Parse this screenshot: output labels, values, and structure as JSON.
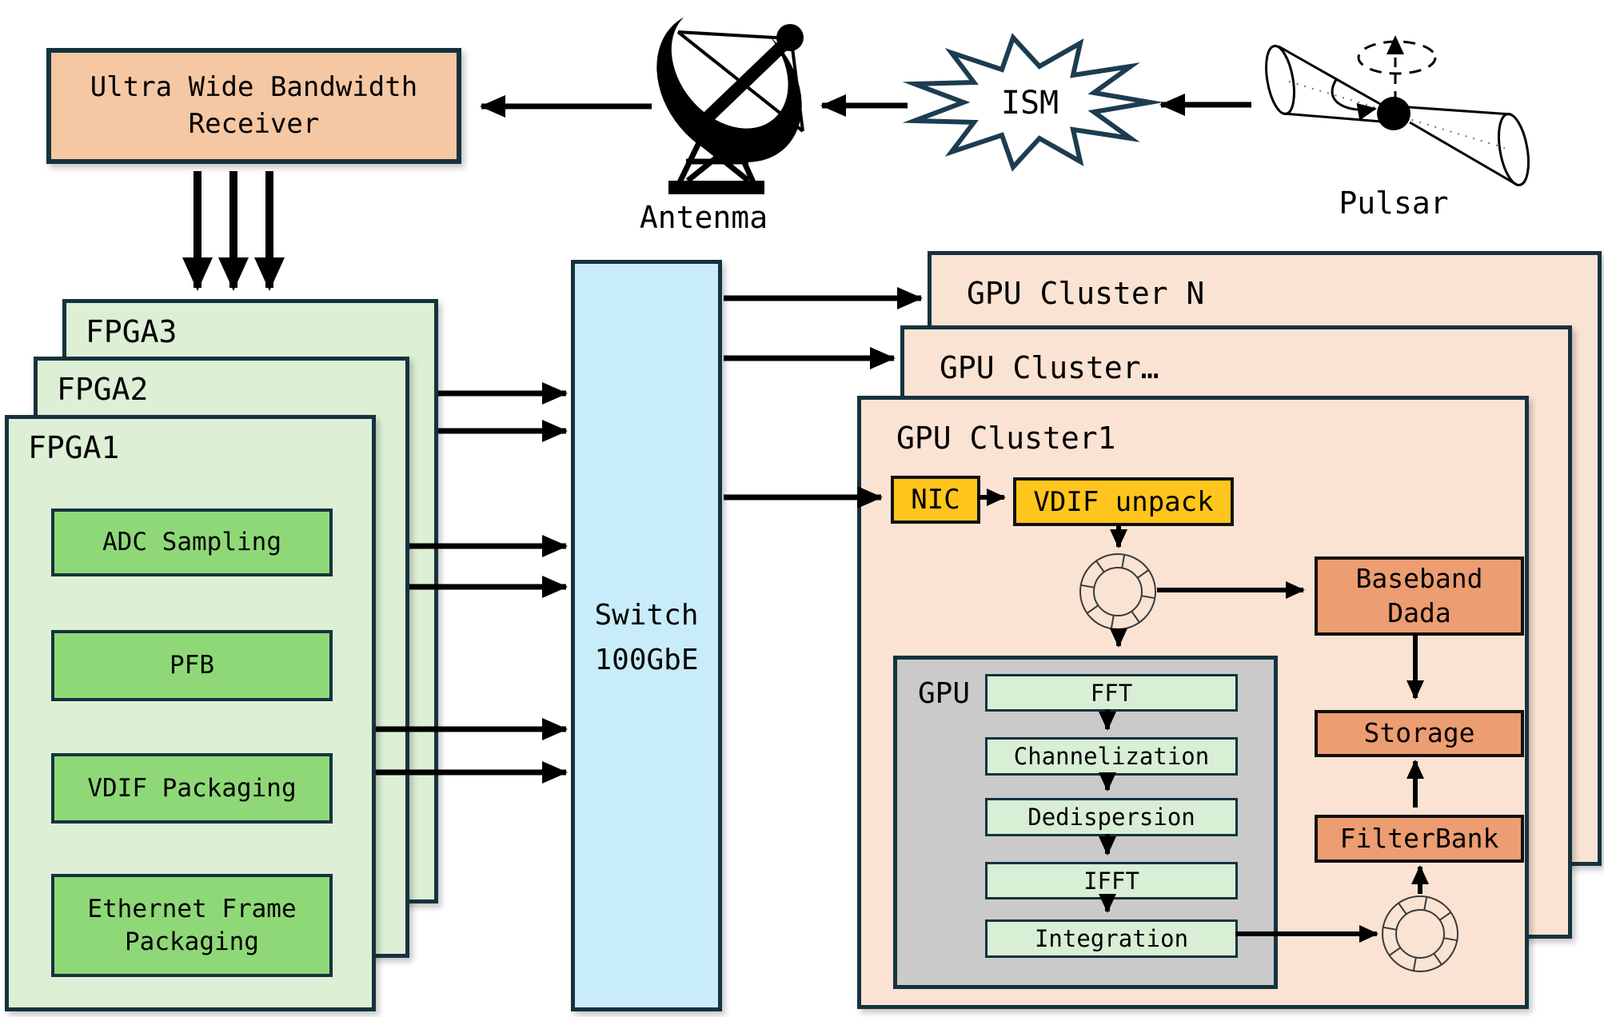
{
  "top": {
    "receiver_line1": "Ultra Wide Bandwidth",
    "receiver_line2": "Receiver",
    "antenna_label": "Antenma",
    "ism_label": "ISM",
    "pulsar_label": "Pulsar"
  },
  "fpga": {
    "labels": [
      "FPGA3",
      "FPGA2",
      "FPGA1"
    ],
    "pipeline": [
      "ADC Sampling",
      "PFB",
      "VDIF Packaging",
      "Ethernet Frame Packaging"
    ]
  },
  "switch": {
    "line1": "Switch",
    "line2": "100GbE"
  },
  "gpu_clusters": {
    "labels": [
      "GPU Cluster N",
      "GPU Cluster…",
      "GPU Cluster1"
    ],
    "nic": "NIC",
    "vdif_unpack": "VDIF unpack",
    "gpu_box_label": "GPU",
    "pipeline": [
      "FFT",
      "Channelization",
      "Dedispersion",
      "IFFT",
      "Integration"
    ],
    "baseband_line1": "Baseband",
    "baseband_line2": "Dada",
    "storage": "Storage",
    "filterbank": "FilterBank"
  },
  "icons": {
    "antenna": "satellite-dish-icon",
    "pulsar": "pulsar-beams-icon",
    "ism": "starburst-shape",
    "ring_buffer": "ring-buffer-icon"
  },
  "colors": {
    "border": "#16323e",
    "receiver_fill": "#f5c7a3",
    "cluster_fill": "#fbe3d3",
    "accent_orange": "#ec9d71",
    "accent_yellow": "#ffc51c",
    "fpga_fill": "#ddefd5",
    "fpga_step_fill": "#8fd878",
    "gpu_step_fill": "#d8efd6",
    "gpu_box_fill": "#cacaca",
    "switch_fill": "#c9ecfa",
    "arrow": "#000000"
  }
}
